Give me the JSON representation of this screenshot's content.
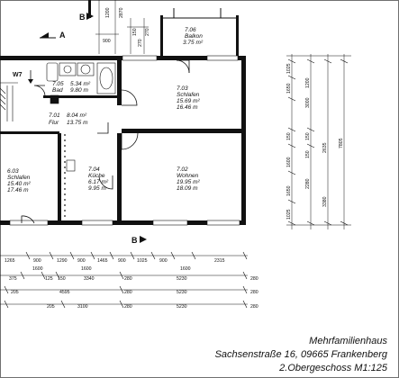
{
  "title_block": {
    "line1": "Mehrfamilienhaus",
    "line2": "Sachsenstraße 16, 09665 Frankenberg",
    "line3": "2.Obergeschoss  M1:125"
  },
  "section_markers": {
    "a": "A",
    "b": "B",
    "b_bottom": "B"
  },
  "window_label": "W7",
  "rooms": [
    {
      "id": "7.06",
      "name": "Balkon",
      "area": "3.75 m²",
      "perimeter": ""
    },
    {
      "id": "7.05",
      "name": "Bad",
      "area": "5.34 m²",
      "perimeter": "9.80 m"
    },
    {
      "id": "7.03",
      "name": "Schlafen",
      "area": "15.69 m²",
      "perimeter": "16.46 m"
    },
    {
      "id": "7.01",
      "name": "Flur",
      "area": "8.04 m²",
      "perimeter": "13.75 m"
    },
    {
      "id": "6.03",
      "name": "Schlafen",
      "area": "15.40 m²",
      "perimeter": "17.46 m"
    },
    {
      "id": "7.04",
      "name": "Küche",
      "area": "6.17 m²",
      "perimeter": "9.95 m"
    },
    {
      "id": "7.02",
      "name": "Wohnen",
      "area": "19.95 m²",
      "perimeter": "18.09 m"
    }
  ],
  "dimensions": {
    "row1": [
      "1265",
      "900",
      "1290",
      "900",
      "1465",
      "900",
      "1025",
      "900",
      "2315"
    ],
    "row1b": [
      "1600",
      "1600",
      "1600"
    ],
    "row2": [
      "375",
      "125",
      "150",
      "3340",
      "280",
      "5230",
      "280"
    ],
    "row3": [
      "205",
      "4595",
      "280",
      "5230",
      "280"
    ],
    "row4": [
      "205",
      "3100",
      "280",
      "5230",
      "280"
    ],
    "right_col1": [
      "1025",
      "1650",
      "150",
      "1600",
      "1650",
      "1025",
      "1200",
      "150"
    ],
    "right_col2": [
      "3000",
      "150",
      "2280",
      "2635",
      "3380"
    ],
    "right_col3": [
      "7805"
    ],
    "top": [
      "1200",
      "2870",
      "900",
      "270",
      "150",
      "270"
    ]
  }
}
